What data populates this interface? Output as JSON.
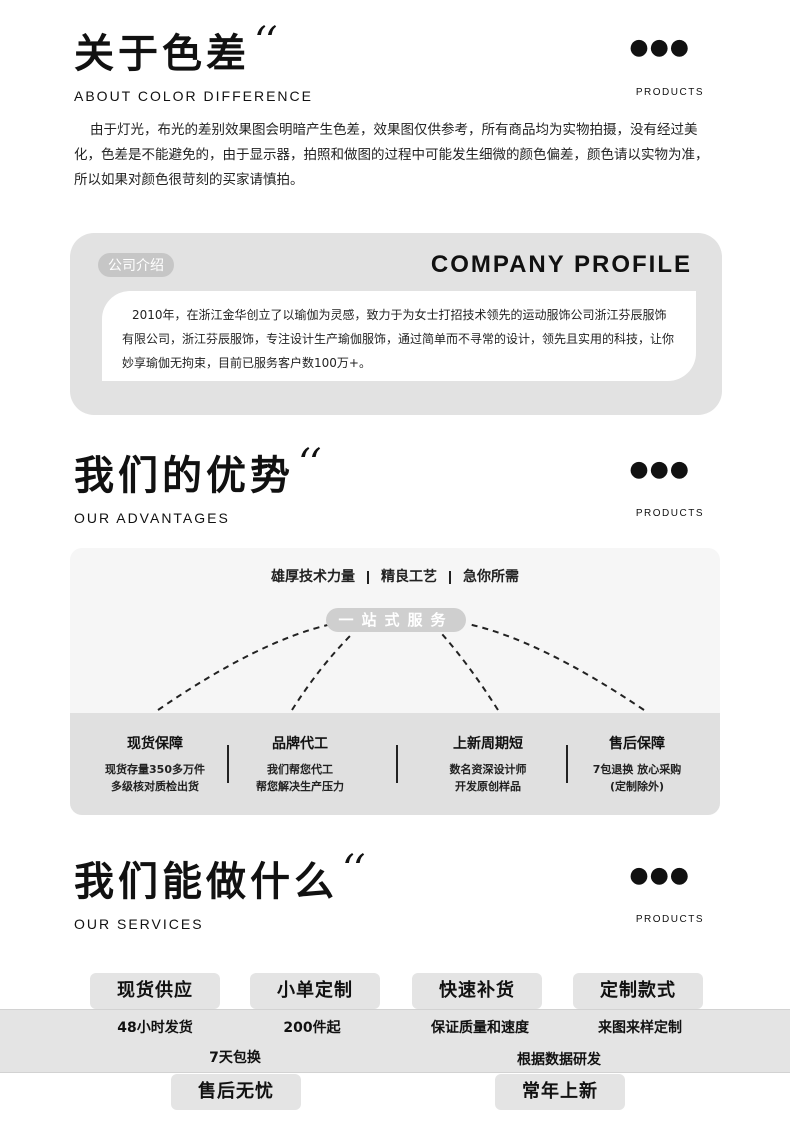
{
  "color_section": {
    "title": "关于色差",
    "quote": "‘‘",
    "subtitle": "ABOUT COLOR DIFFERENCE",
    "dots": "●●●",
    "products": "PRODUCTS",
    "paragraph": "由于灯光，布光的差别效果图会明暗产生色差，效果图仅供参考，所有商品均为实物拍摄，没有经过美化，色差是不能避免的，由于显示器，拍照和做图的过程中可能发生细微的颜色偏差，颜色请以实物为准，所以如果对颜色很苛刻的买家请慎拍。"
  },
  "profile": {
    "badge": "公司介绍",
    "title": "COMPANY PROFILE",
    "text": "2010年，在浙江金华创立了以瑜伽为灵感，致力于为女士打招技术领先的运动服饰公司浙江芬辰服饰有限公司，浙江芬辰服饰，专注设计生产瑜伽服饰，通过简单而不寻常的设计，领先且实用的科技，让你妙享瑜伽无拘束，目前已服务客户数100万+。"
  },
  "advantages": {
    "title": "我们的优势",
    "quote": "‘‘",
    "subtitle": "OUR ADVANTAGES",
    "dots": "●●●",
    "products": "PRODUCTS",
    "top_items": [
      "雄厚技术力量",
      "精良工艺",
      "急你所需"
    ],
    "center": "一站式服务",
    "columns": [
      {
        "title": "现货保障",
        "line1": "现货存量350多万件",
        "line2": "多级核对质检出货"
      },
      {
        "title": "品牌代工",
        "line1": "我们帮您代工",
        "line2": "帮您解决生产压力"
      },
      {
        "title": "上新周期短",
        "line1": "数名资深设计师",
        "line2": "开发原创样品"
      },
      {
        "title": "售后保障",
        "line1": "7包退换 放心采购",
        "line2": "(定制除外)"
      }
    ]
  },
  "services": {
    "title": "我们能做什么",
    "quote": "‘‘",
    "subtitle": "OUR SERVICES",
    "dots": "●●●",
    "products": "PRODUCTS",
    "top_pills": [
      "现货供应",
      "小单定制",
      "快速补货",
      "定制款式"
    ],
    "row1": [
      "48小时发货",
      "200件起",
      "保证质量和速度",
      "来图来样定制"
    ],
    "row2": [
      "7天包换",
      "根据数据研发"
    ],
    "bottom_pills": [
      "售后无忧",
      "常年上新"
    ]
  }
}
